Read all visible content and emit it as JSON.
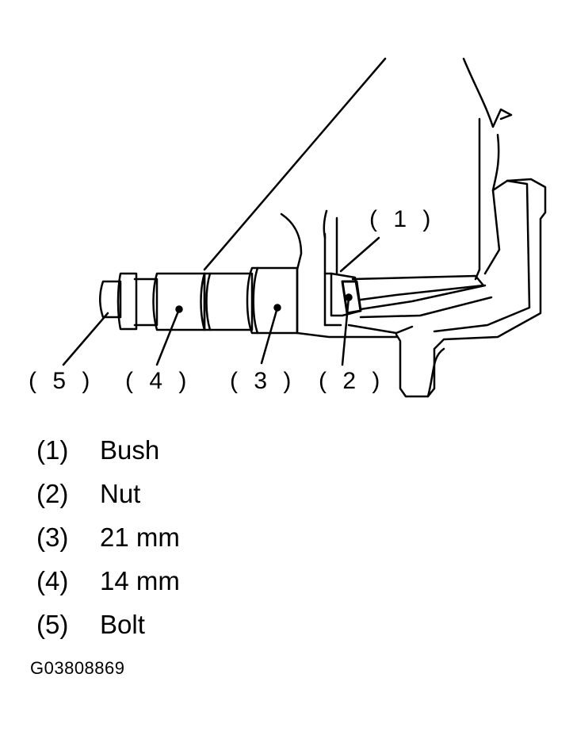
{
  "diagram": {
    "callouts": [
      {
        "id": "callout-1",
        "label": "( 1 )"
      },
      {
        "id": "callout-2",
        "label": "( 2 )"
      },
      {
        "id": "callout-3",
        "label": "( 3 )"
      },
      {
        "id": "callout-4",
        "label": "( 4 )"
      },
      {
        "id": "callout-5",
        "label": "( 5 )"
      }
    ]
  },
  "legend": {
    "items": [
      {
        "number": "(1)",
        "text": "Bush"
      },
      {
        "number": "(2)",
        "text": "Nut"
      },
      {
        "number": "(3)",
        "text": "21 mm"
      },
      {
        "number": "(4)",
        "text": "14 mm"
      },
      {
        "number": "(5)",
        "text": "Bolt"
      }
    ]
  },
  "figure_id": "G03808869"
}
